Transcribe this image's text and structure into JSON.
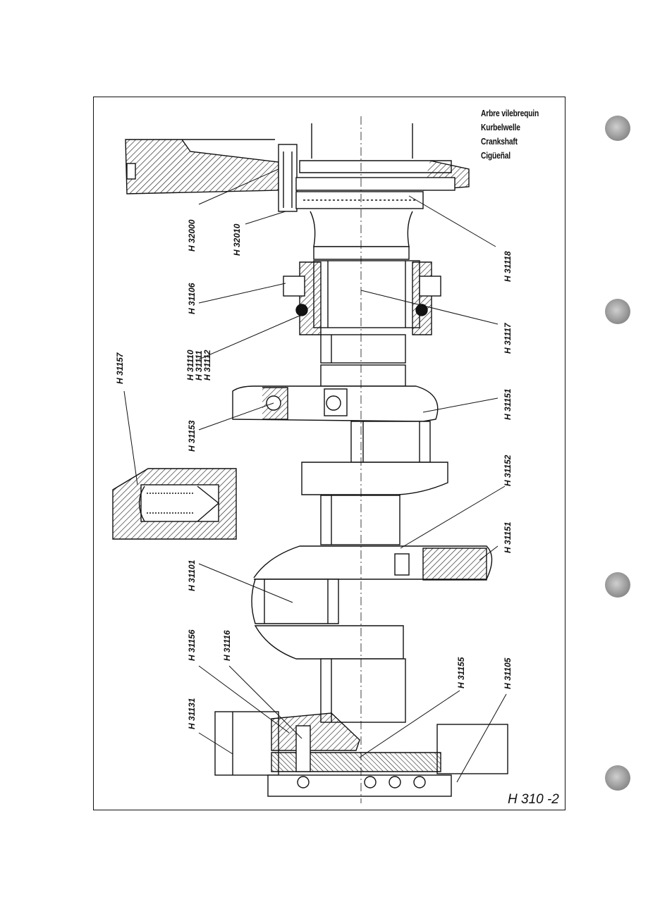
{
  "title_lines": [
    "Arbre vilebrequin",
    "Kurbelwelle",
    "Crankshaft",
    "Cigüeñal"
  ],
  "figure_number": "H 310 -2",
  "part_labels": {
    "h32000": "H 32000",
    "h32010": "H 32010",
    "h31118": "H 31118",
    "h31106": "H 31106",
    "h31117": "H 31117",
    "h31110": "H 31110",
    "h31111": "H 31111",
    "h31112": "H 31112",
    "h31157": "H 31157",
    "h31151_top": "H 31151",
    "h31153": "H 31153",
    "h31152": "H 31152",
    "h31151_mid": "H 31151",
    "h31101": "H 31101",
    "h31156": "H 31156",
    "h31116": "H 31116",
    "h31155": "H 31155",
    "h31105": "H 31105",
    "h31131": "H 31131"
  }
}
